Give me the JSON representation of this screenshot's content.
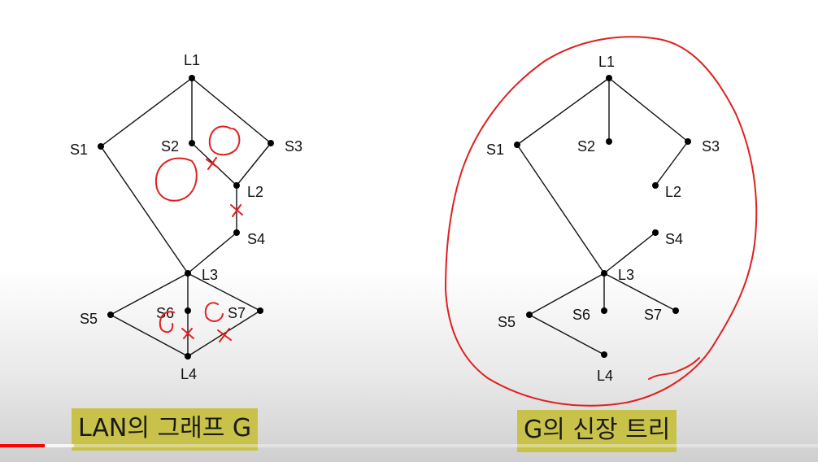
{
  "graph_left": {
    "caption": "LAN의 그래프 G",
    "nodes": [
      {
        "id": "L1",
        "label": "L1"
      },
      {
        "id": "S1",
        "label": "S1"
      },
      {
        "id": "S2",
        "label": "S2"
      },
      {
        "id": "S3",
        "label": "S3"
      },
      {
        "id": "L2",
        "label": "L2"
      },
      {
        "id": "S4",
        "label": "S4"
      },
      {
        "id": "L3",
        "label": "L3"
      },
      {
        "id": "S5",
        "label": "S5"
      },
      {
        "id": "S6",
        "label": "S6"
      },
      {
        "id": "S7",
        "label": "S7"
      },
      {
        "id": "L4",
        "label": "L4"
      }
    ],
    "edges": [
      [
        "L1",
        "S1"
      ],
      [
        "L1",
        "S2"
      ],
      [
        "L1",
        "S3"
      ],
      [
        "S2",
        "L2"
      ],
      [
        "S3",
        "L2"
      ],
      [
        "L2",
        "S4"
      ],
      [
        "S1",
        "L3"
      ],
      [
        "S4",
        "L3"
      ],
      [
        "L3",
        "S5"
      ],
      [
        "L3",
        "S6"
      ],
      [
        "L3",
        "S7"
      ],
      [
        "S5",
        "L4"
      ],
      [
        "S6",
        "L4"
      ],
      [
        "S7",
        "L4"
      ]
    ]
  },
  "graph_right": {
    "caption": "G의 신장 트리",
    "nodes": [
      {
        "id": "L1",
        "label": "L1"
      },
      {
        "id": "S1",
        "label": "S1"
      },
      {
        "id": "S2",
        "label": "S2"
      },
      {
        "id": "S3",
        "label": "S3"
      },
      {
        "id": "L2",
        "label": "L2"
      },
      {
        "id": "S4",
        "label": "S4"
      },
      {
        "id": "L3",
        "label": "L3"
      },
      {
        "id": "S5",
        "label": "S5"
      },
      {
        "id": "S6",
        "label": "S6"
      },
      {
        "id": "S7",
        "label": "S7"
      },
      {
        "id": "L4",
        "label": "L4"
      }
    ],
    "edges": [
      [
        "L1",
        "S1"
      ],
      [
        "L1",
        "S2"
      ],
      [
        "L1",
        "S3"
      ],
      [
        "S3",
        "L2"
      ],
      [
        "S1",
        "L3"
      ],
      [
        "S4",
        "L3"
      ],
      [
        "L3",
        "S5"
      ],
      [
        "L3",
        "S6"
      ],
      [
        "L3",
        "S7"
      ],
      [
        "S5",
        "L4"
      ]
    ]
  },
  "colors": {
    "annotation": "#e02020",
    "caption_bg": "#c9c24a",
    "progress_played": "#ff0000"
  },
  "player": {
    "progress": 0.055,
    "buffered": 0.09
  }
}
